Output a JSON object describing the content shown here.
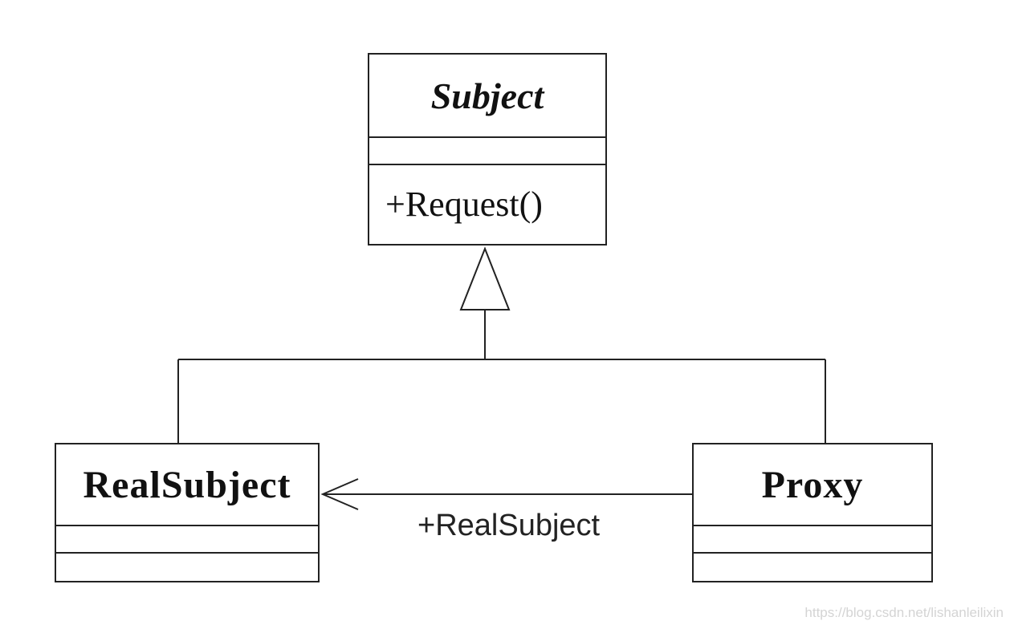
{
  "diagram": {
    "type": "uml-class-diagram",
    "classes": {
      "subject": {
        "name": "Subject",
        "abstract": true,
        "attributes": [],
        "operations": [
          "+Request()"
        ]
      },
      "real_subject": {
        "name": "RealSubject",
        "abstract": false,
        "attributes": [],
        "operations": []
      },
      "proxy": {
        "name": "Proxy",
        "abstract": false,
        "attributes": [],
        "operations": []
      }
    },
    "relationships": [
      {
        "kind": "generalization",
        "from": "RealSubject",
        "to": "Subject"
      },
      {
        "kind": "generalization",
        "from": "Proxy",
        "to": "Subject"
      },
      {
        "kind": "association",
        "from": "Proxy",
        "to": "RealSubject",
        "label": "+RealSubject"
      }
    ],
    "watermark": "https://blog.csdn.net/lishanleilixin",
    "colors": {
      "stroke": "#222222",
      "background": "#ffffff",
      "watermark": "#d4d4d4"
    }
  }
}
